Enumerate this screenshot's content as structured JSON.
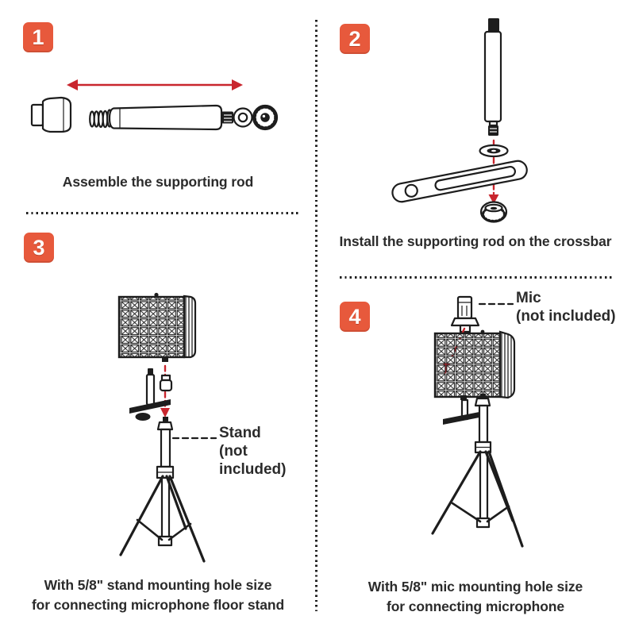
{
  "colors": {
    "badge_bg": "#e7593c",
    "arrow_red": "#c9262e",
    "line_ink": "#1d1d1d",
    "text_ink": "#2b2b2b"
  },
  "steps": [
    {
      "number": "1",
      "caption": "Assemble the supporting rod"
    },
    {
      "number": "2",
      "caption": "Install the supporting rod on the crossbar"
    },
    {
      "number": "3",
      "caption": {
        "line1": "With 5/8\" stand mounting hole size",
        "line2": "for connecting microphone floor stand"
      },
      "label": {
        "line1": "Stand",
        "line2": "(not included)"
      }
    },
    {
      "number": "4",
      "caption": {
        "line1": "With 5/8\" mic mounting hole size",
        "line2": "for connecting microphone"
      },
      "label": {
        "line1": "Mic",
        "line2": "(not included)"
      }
    }
  ]
}
